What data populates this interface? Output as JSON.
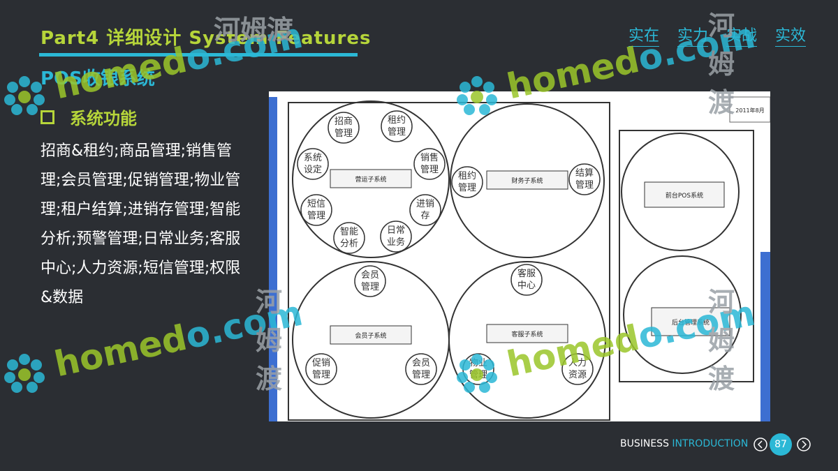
{
  "header": {
    "title": "Part4 详细设计 System Features",
    "subtitle": "POS收银系统",
    "slogans": [
      "实在",
      "实力",
      "实战",
      "实效"
    ]
  },
  "section": {
    "heading": "系统功能",
    "body": "招商&租约;商品管理;销售管理;会员管理;促销管理;物业管理;租户结算;进销存管理;智能分析;预警管理;日常业务;客服中心;人力资源;短信管理;权限&数据"
  },
  "diagram": {
    "date": "2011年8月",
    "systems": {
      "operations": "营运子系统",
      "finance": "财务子系统",
      "member": "会员子系统",
      "service": "客服子系统",
      "front_pos": "前台POS系统",
      "backend": "后台管理系统"
    },
    "modules": {
      "zhaoshang": [
        "招商",
        "管理"
      ],
      "zuyue": [
        "租约",
        "管理"
      ],
      "xitong": [
        "系统",
        "设定"
      ],
      "xiaoshou": [
        "销售",
        "管理"
      ],
      "duanxin": [
        "短信",
        "管理"
      ],
      "jinxiao": [
        "进销",
        "存"
      ],
      "zhineng": [
        "智能",
        "分析"
      ],
      "richang": [
        "日常",
        "业务"
      ],
      "zuyue2": [
        "租约",
        "管理"
      ],
      "jiesuan": [
        "结算",
        "管理"
      ],
      "huiyuan": [
        "会员",
        "管理"
      ],
      "cuxiao": [
        "促销",
        "管理"
      ],
      "huiyuan2": [
        "会员",
        "管理"
      ],
      "kefu": [
        "客服",
        "中心"
      ],
      "wuye": [
        "物业",
        "管理"
      ],
      "renli": [
        "人力",
        "资源"
      ]
    }
  },
  "footer": {
    "business": "BUSINESS",
    "introduction": "INTRODUCTION",
    "page": "87"
  },
  "watermark": {
    "latin_a": "homed",
    "latin_b": "o.com",
    "chinese": "河姆渡"
  },
  "colors": {
    "background": "#2b2e33",
    "accent_green": "#b6d53a",
    "accent_cyan": "#2bb8d6"
  }
}
